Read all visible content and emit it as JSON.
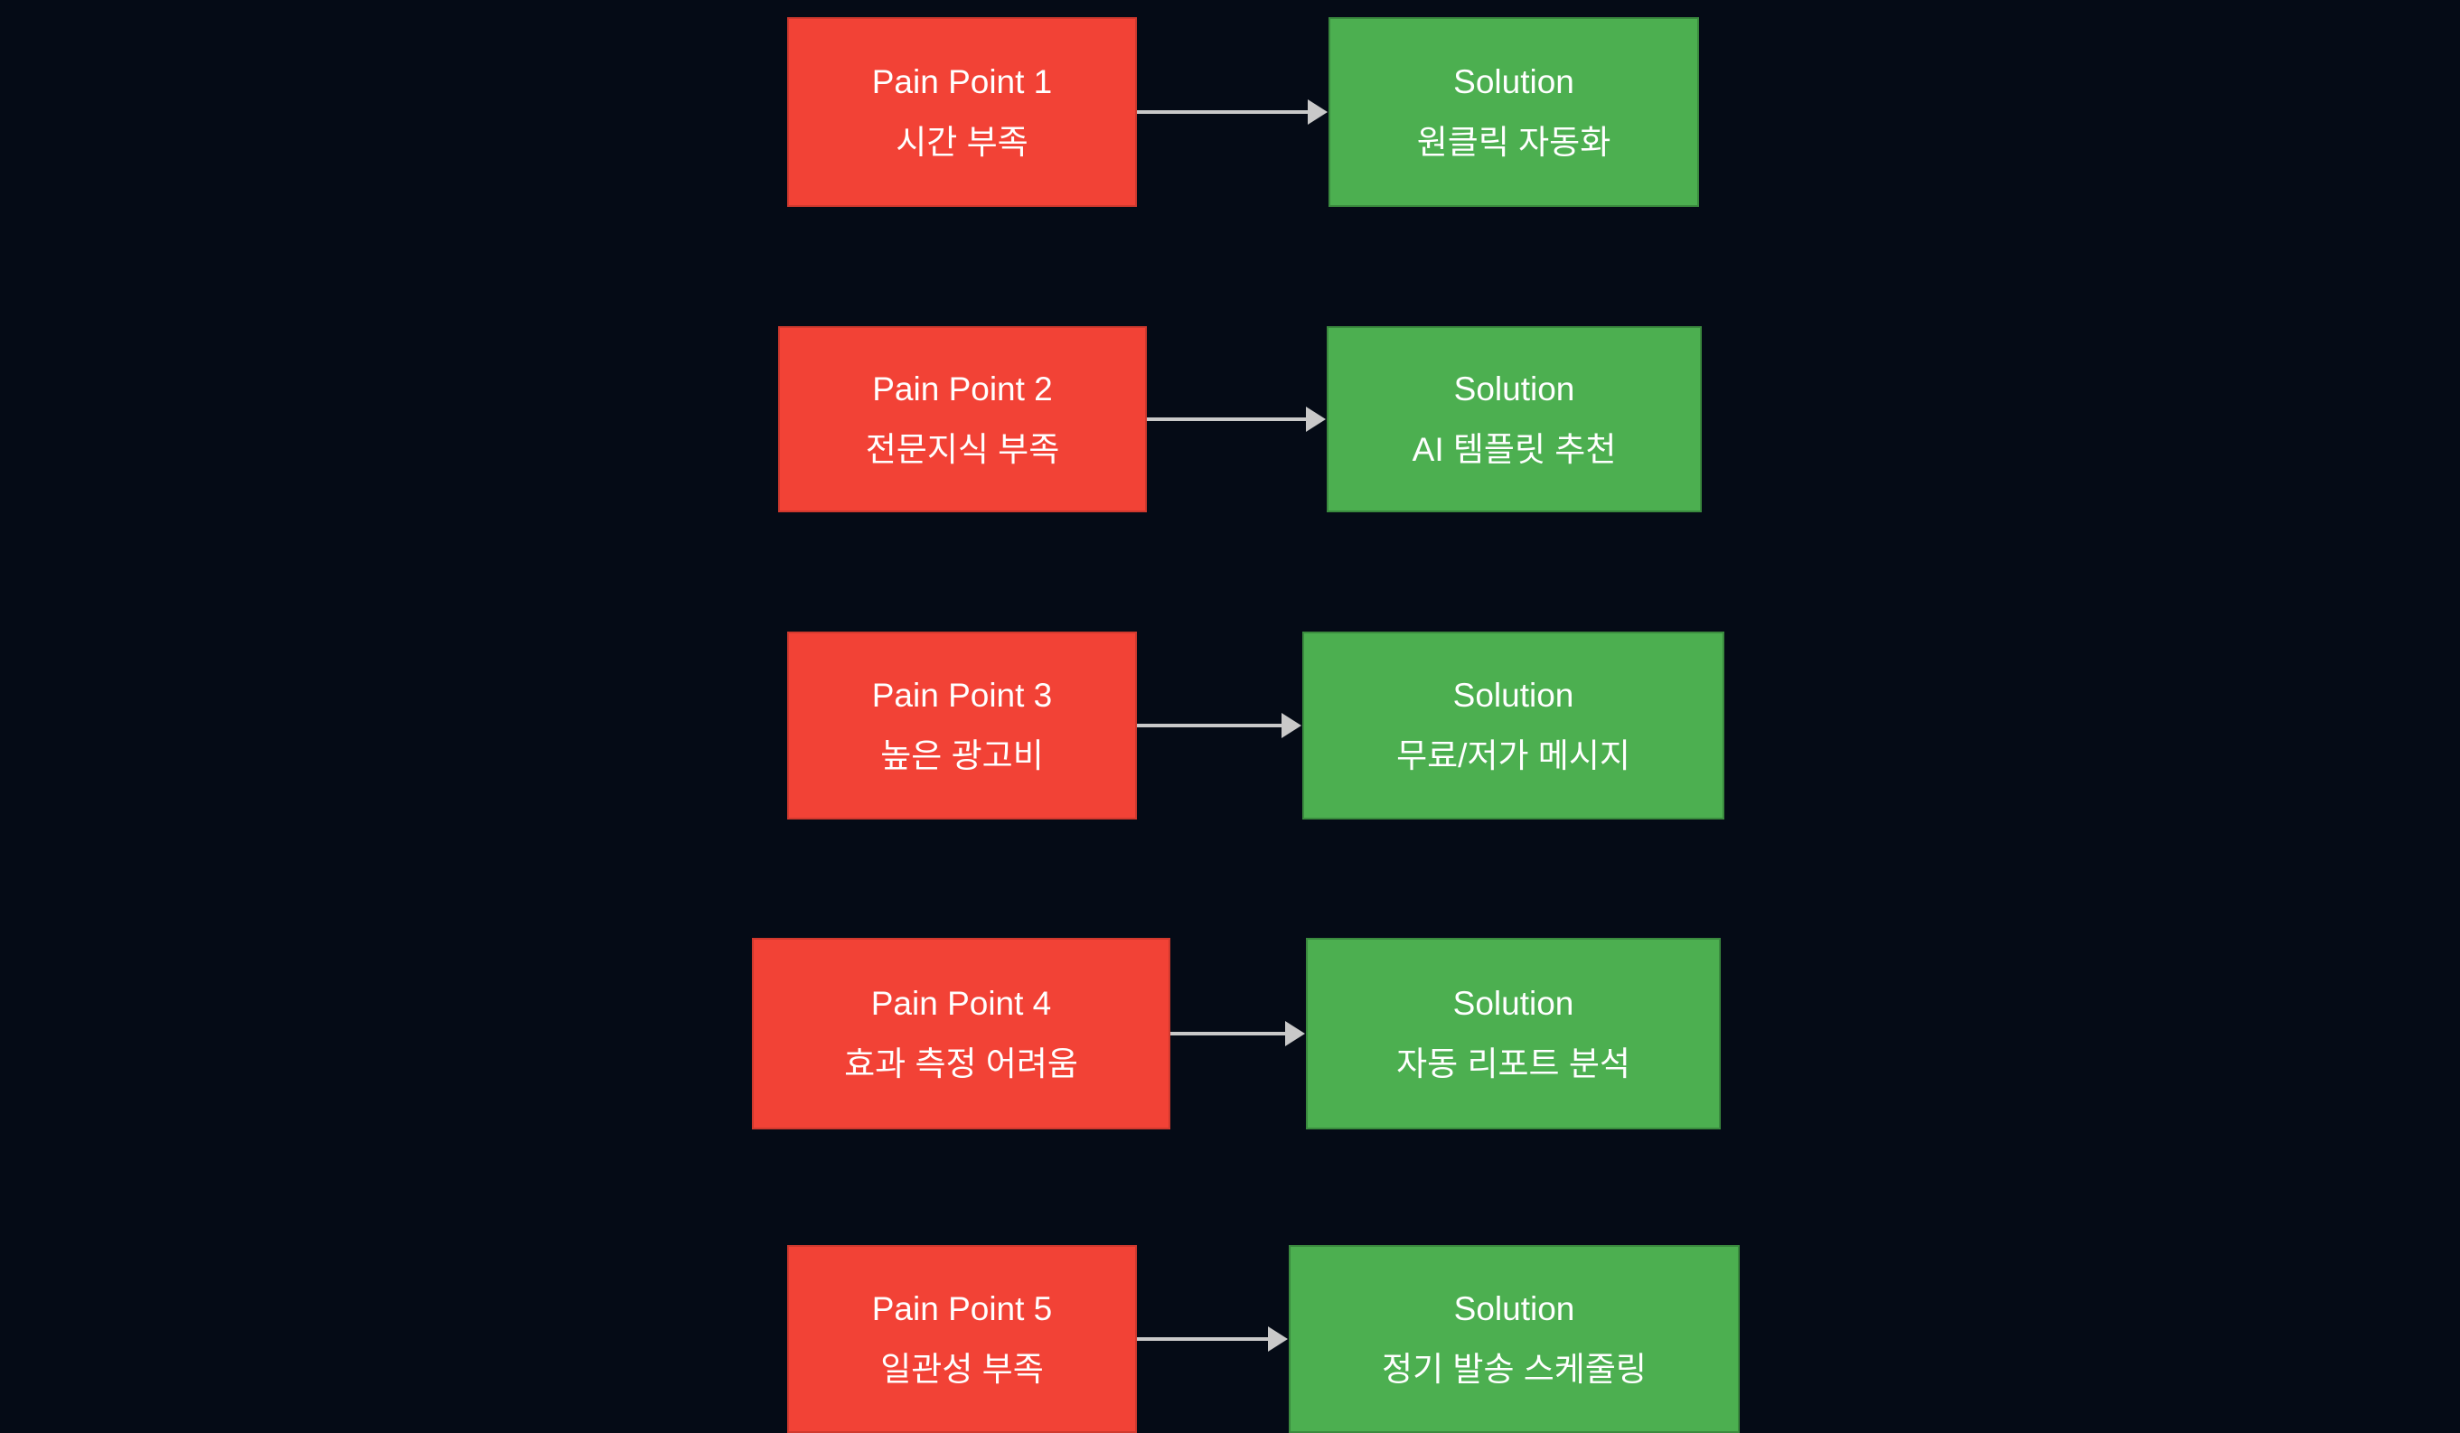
{
  "diagram": {
    "type": "flowchart-pain-to-solution",
    "colors": {
      "background": "#050b16",
      "pain_fill": "#f24236",
      "pain_border": "#d0392e",
      "solution_fill": "#4caf50",
      "solution_border": "#3a8a3e",
      "arrow": "#c9c9c9",
      "text": "#ffffff"
    },
    "pairs": [
      {
        "pain": {
          "title": "Pain Point 1",
          "subtitle": "시간 부족"
        },
        "solution": {
          "title": "Solution",
          "subtitle": "원클릭 자동화"
        }
      },
      {
        "pain": {
          "title": "Pain Point 2",
          "subtitle": "전문지식 부족"
        },
        "solution": {
          "title": "Solution",
          "subtitle": "AI 템플릿 추천"
        }
      },
      {
        "pain": {
          "title": "Pain Point 3",
          "subtitle": "높은 광고비"
        },
        "solution": {
          "title": "Solution",
          "subtitle": "무료/저가 메시지"
        }
      },
      {
        "pain": {
          "title": "Pain Point 4",
          "subtitle": "효과 측정 어려움"
        },
        "solution": {
          "title": "Solution",
          "subtitle": "자동 리포트 분석"
        }
      },
      {
        "pain": {
          "title": "Pain Point 5",
          "subtitle": "일관성 부족"
        },
        "solution": {
          "title": "Solution",
          "subtitle": "정기 발송 스케줄링"
        }
      }
    ]
  }
}
